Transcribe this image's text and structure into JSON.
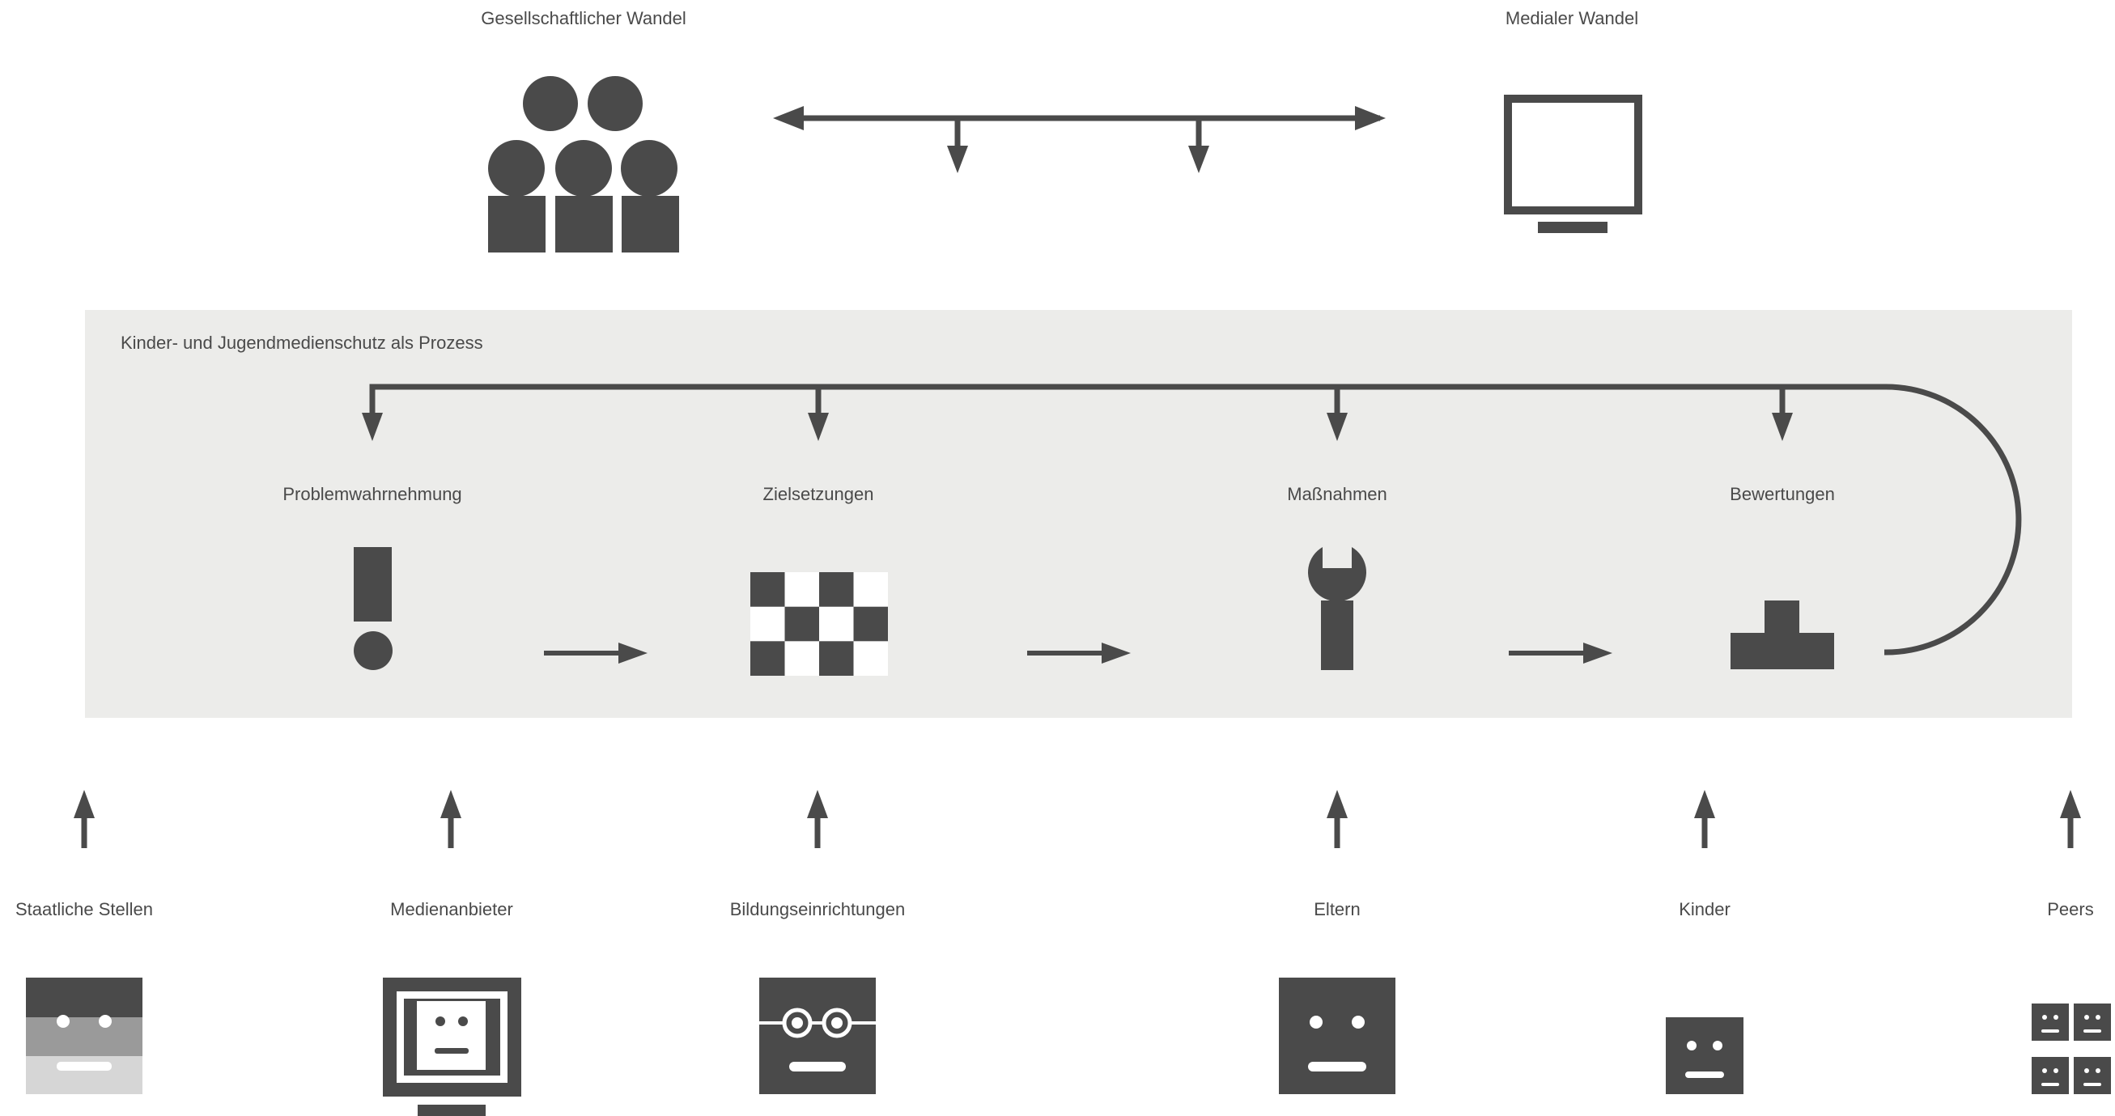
{
  "top": {
    "society_label": "Gesellschaftlicher Wandel",
    "media_label": "Medialer Wandel"
  },
  "process": {
    "title": "Kinder- und Jugendmedienschutz als Prozess",
    "steps": [
      {
        "label": "Problemwahrnehmung",
        "icon": "exclamation-icon"
      },
      {
        "label": "Zielsetzungen",
        "icon": "checkerboard-icon"
      },
      {
        "label": "Maßnahmen",
        "icon": "wrench-icon"
      },
      {
        "label": "Bewertungen",
        "icon": "podium-icon"
      }
    ]
  },
  "actors": [
    {
      "label": "Staatliche Stellen",
      "icon": "state-face-icon"
    },
    {
      "label": "Medienanbieter",
      "icon": "media-provider-face-icon"
    },
    {
      "label": "Bildungseinrichtungen",
      "icon": "glasses-face-icon"
    },
    {
      "label": "Eltern",
      "icon": "parent-face-icon"
    },
    {
      "label": "Kinder",
      "icon": "child-face-icon"
    },
    {
      "label": "Peers",
      "icon": "peers-faces-icon"
    }
  ],
  "colors": {
    "icon": "#4a4a4a",
    "panel": "#ececea",
    "state_mid": "#9a9a9a",
    "state_light": "#d6d6d6"
  }
}
